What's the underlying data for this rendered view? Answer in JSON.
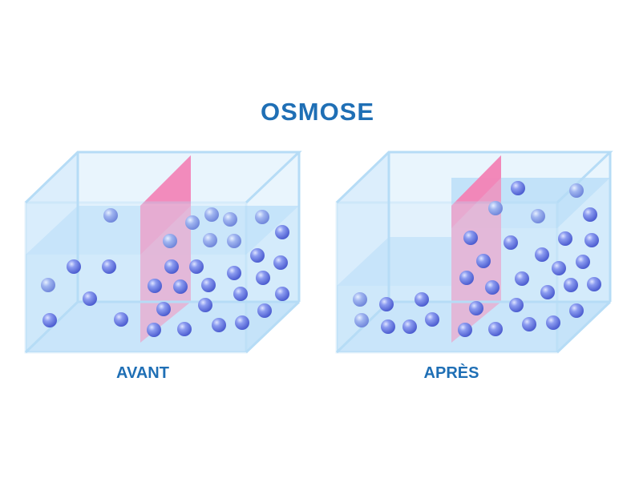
{
  "title": "OSMOSE",
  "labels": {
    "before": "AVANT",
    "after": "APRÈS"
  },
  "colors": {
    "title": "#1f6fb5",
    "label": "#1f6fb5",
    "glass": "#cfe7fb",
    "glass_edge": "#a9d3f2",
    "water": "#9fd0f6",
    "membrane": "#f08fbd",
    "solute": "#5b6ee0",
    "solute_highlight": "#c9d3ff"
  },
  "icons": [
    "solute-molecule-icon"
  ]
}
